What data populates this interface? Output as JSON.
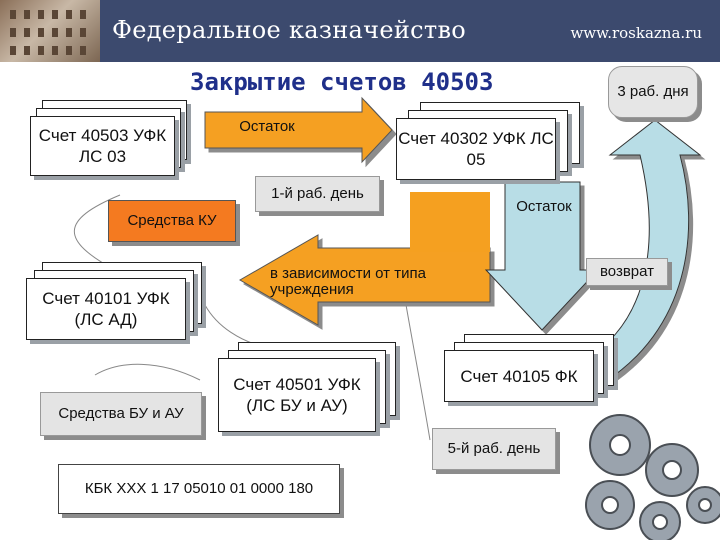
{
  "header": {
    "title": "Федеральное казначейство",
    "url": "www.roskazna.ru"
  },
  "slide": {
    "title": "Закрытие счетов 40503"
  },
  "boxes": {
    "acc_40503": "Счет 40503 УФК ЛС 03",
    "acc_40302": "Счет 40302 УФК ЛС 05",
    "acc_40101": "Счет 40101 УФК (ЛС АД)",
    "acc_40501": "Счет 40501 УФК (ЛС БУ и АУ)",
    "acc_40105": "Счет 40105 ФК"
  },
  "labels": {
    "ostatok_1": "Остаток",
    "day1": "1-й раб. день",
    "sredstva_ku": "Средства КУ",
    "ostatok_2": "Остаток",
    "dependency": "в зависимости от типа учреждения",
    "vozvrat": "возврат",
    "three_days": "3 раб. дня",
    "sredstva_bu_au": "Средства БУ и АУ",
    "day5": "5-й раб. день",
    "kbk": "КБК XXX 1 17 05010 01 0000 180"
  },
  "colors": {
    "header_bg": "#3c4a6e",
    "title": "#1f2f8a",
    "arrow_orange": "#f5a020",
    "box_orange": "#f47a20",
    "arrow_blue": "#b8dde6"
  }
}
